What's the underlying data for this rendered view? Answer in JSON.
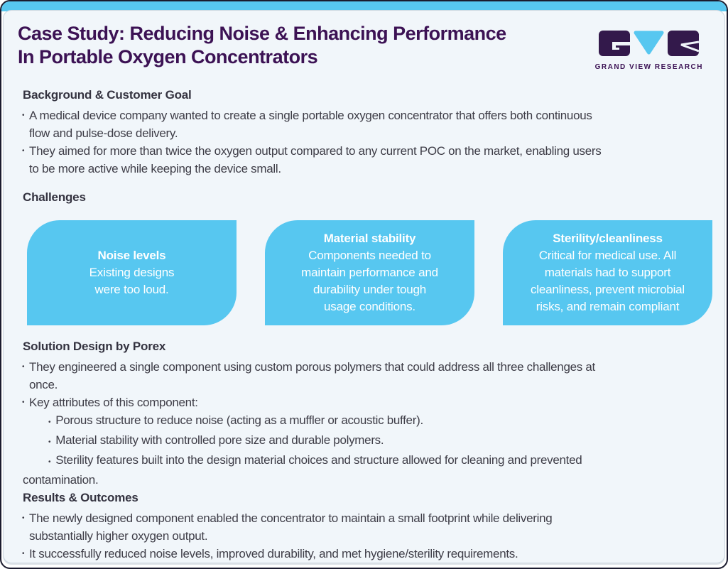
{
  "page": {
    "title_line1": "Case Study: Reducing Noise & Enhancing Performance",
    "title_line2": "In Portable Oxygen Concentrators"
  },
  "logo": {
    "text": "GRAND VIEW RESEARCH"
  },
  "sections": {
    "background": {
      "heading": "Background & Customer Goal",
      "bullets": [
        "A medical device company wanted to create a single portable oxygen concentrator that offers both continuous\nflow and pulse-dose delivery.",
        "They aimed for more than twice the oxygen output compared to any current POC on the market, enabling users\nto be more active while keeping the device small."
      ]
    },
    "challenges": {
      "heading": "Challenges",
      "cards": [
        {
          "title": "Noise levels",
          "body": "Existing designs\nwere too loud."
        },
        {
          "title": "Material stability",
          "body": "Components needed to\nmaintain performance and\ndurability under tough\nusage conditions."
        },
        {
          "title": "Sterility/cleanliness",
          "body": "Critical for medical use. All\nmaterials had to support\ncleanliness, prevent microbial\nrisks, and remain compliant"
        }
      ]
    },
    "solution": {
      "heading": "Solution Design by Porex",
      "bullets": [
        "They engineered a single component using custom porous polymers that could address all three challenges at\nonce.",
        "Key attributes of this component:"
      ],
      "sub_bullets": [
        "Porous structure to reduce noise (acting as a muffler or acoustic buffer).",
        "Material stability with controlled pore size and durable polymers.",
        "Sterility features built into the design material choices and structure allowed for cleaning and prevented\ncontamination."
      ]
    },
    "results": {
      "heading": "Results & Outcomes",
      "bullets": [
        "The newly designed component enabled the concentrator to maintain a small footprint while delivering\nsubstantially higher oxygen output.",
        "It successfully reduced noise levels, improved durability, and met hygiene/sterility requirements."
      ]
    }
  },
  "colors": {
    "accent_blue": "#57C7F0",
    "title_purple": "#3C1254",
    "logo_purple": "#33194B",
    "heading_dark": "#343340",
    "body_text": "#3E3D47",
    "panel_bg": "#F1F6FA",
    "frame_border": "#1B1B2E",
    "card_text": "#FFFFFF"
  }
}
